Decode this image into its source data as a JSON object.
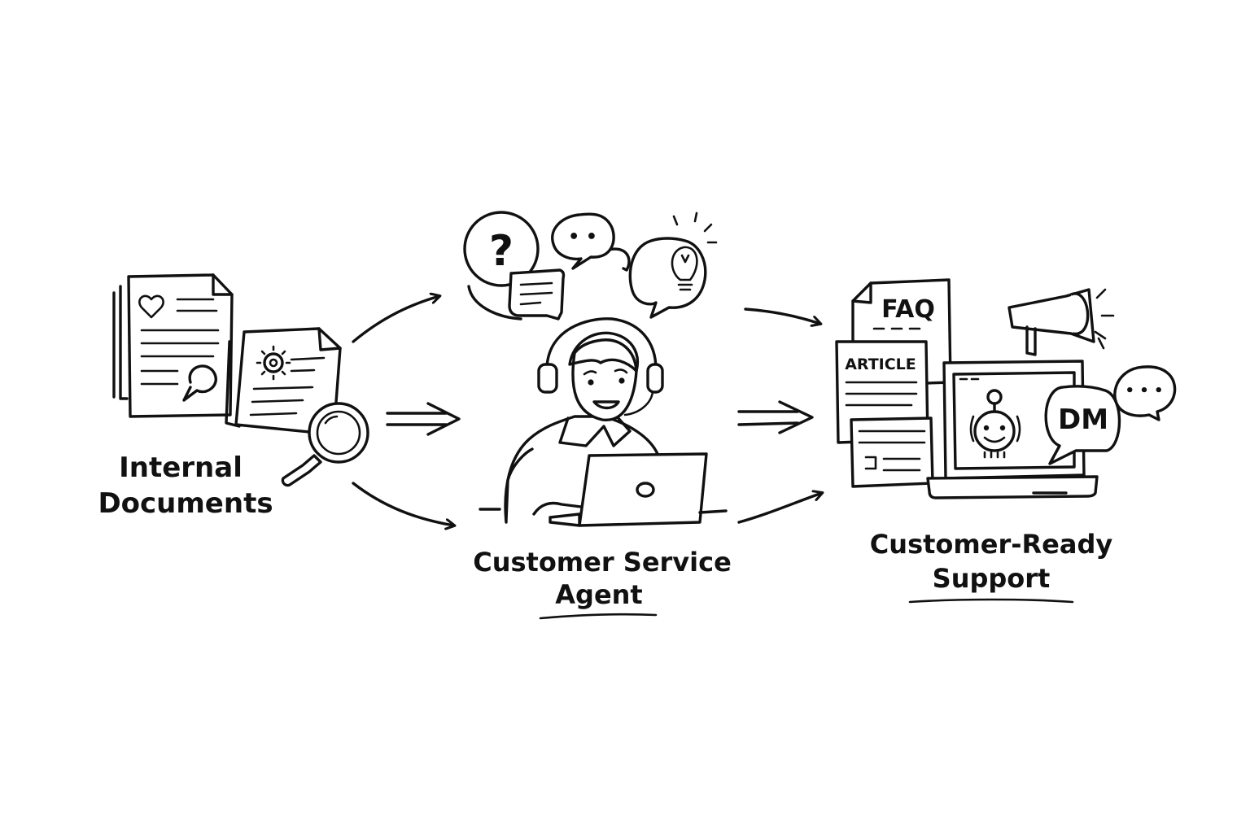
{
  "nodes": {
    "source": {
      "line1": "Internal",
      "line2": "Documents"
    },
    "agent": {
      "line1": "Customer Service",
      "line2": "Agent"
    },
    "output": {
      "line1": "Customer-Ready",
      "line2": "Support"
    }
  },
  "icons": {
    "faq_label": "FAQ",
    "article_label": "ARTICLE",
    "dm_label": "DM",
    "question_mark": "?",
    "ellipsis": "• •",
    "ellipsis3": "• • •"
  },
  "colors": {
    "ink": "#111111",
    "background": "#ffffff"
  },
  "edges": [
    {
      "from": "source",
      "to": "agent",
      "count": 3
    },
    {
      "from": "agent",
      "to": "output",
      "count": 3
    }
  ]
}
